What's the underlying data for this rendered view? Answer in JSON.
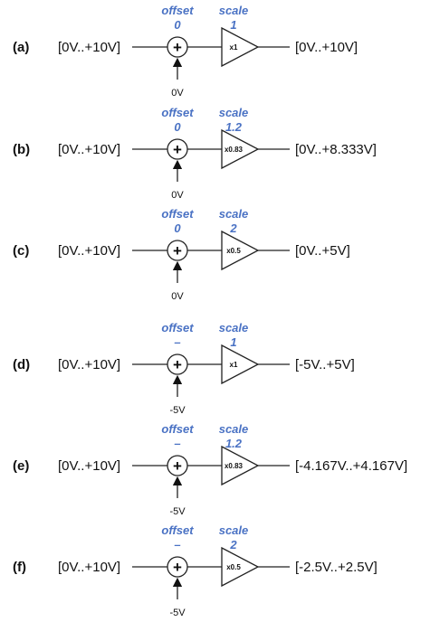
{
  "legend": {
    "offset_label": "offset",
    "scale_label": "scale"
  },
  "colors": {
    "param": "#4a72c4",
    "line": "#222222",
    "text": "#111111"
  },
  "symbols": {
    "adder_sign": "+"
  },
  "rows": [
    {
      "id": "a",
      "label": "(a)",
      "input": "[0V..+10V]",
      "offset_value": "0",
      "scale_value": "1",
      "gain": "x1",
      "offset_input": "0V",
      "output": "[0V..+10V]"
    },
    {
      "id": "b",
      "label": "(b)",
      "input": "[0V..+10V]",
      "offset_value": "0",
      "scale_value": "1.2",
      "gain": "x0.83",
      "offset_input": "0V",
      "output": "[0V..+8.333V]"
    },
    {
      "id": "c",
      "label": "(c)",
      "input": "[0V..+10V]",
      "offset_value": "0",
      "scale_value": "2",
      "gain": "x0.5",
      "offset_input": "0V",
      "output": "[0V..+5V]"
    },
    {
      "id": "d",
      "label": "(d)",
      "input": "[0V..+10V]",
      "offset_value": "–",
      "scale_value": "1",
      "gain": "x1",
      "offset_input": "-5V",
      "output": "[-5V..+5V]"
    },
    {
      "id": "e",
      "label": "(e)",
      "input": "[0V..+10V]",
      "offset_value": "–",
      "scale_value": "1.2",
      "gain": "x0.83",
      "offset_input": "-5V",
      "output": "[-4.167V..+4.167V]"
    },
    {
      "id": "f",
      "label": "(f)",
      "input": "[0V..+10V]",
      "offset_value": "–",
      "scale_value": "2",
      "gain": "x0.5",
      "offset_input": "-5V",
      "output": "[-2.5V..+2.5V]"
    }
  ]
}
